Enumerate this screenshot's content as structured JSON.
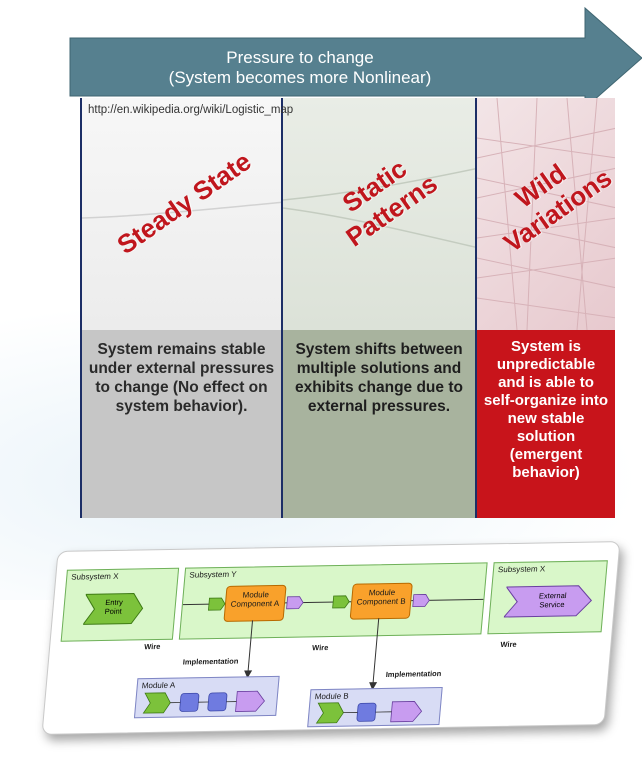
{
  "arrow": {
    "line1": "Pressure to change",
    "line2": "(System becomes more Nonlinear)"
  },
  "url": "http://en.wikipedia.org/wiki/Logistic_map",
  "columns": [
    {
      "label": "Steady State",
      "description": "System remains stable under external pressures to change (No effect on system behavior)."
    },
    {
      "label_line1": "Static",
      "label_line2": "Patterns",
      "description": "System shifts between multiple solutions and exhibits change due to external pressures."
    },
    {
      "label_line1": "Wild",
      "label_line2": "Variations",
      "description": "System is unpredictable and is able to self-organize into new stable solution (emergent behavior)"
    }
  ],
  "diagram": {
    "subsystem_x_left": "Subsystem X",
    "subsystem_y": "Subsystem Y",
    "subsystem_x_right": "Subsystem X",
    "entry_point": "Entry Point",
    "module_component_a": "Module Component A",
    "module_component_b": "Module Component B",
    "external_service": "External Service",
    "wire_1": "Wire",
    "wire_2": "Wire",
    "wire_3": "Wire",
    "implementation_1": "Implementation",
    "implementation_2": "Implementation",
    "module_a": "Module A",
    "module_b": "Module B"
  },
  "colors": {
    "arrow": "#56808f",
    "column_border": "#1c2e66",
    "label_red": "#c0161d",
    "col1_lower": "#c6c6c6",
    "col2_lower": "#a8b39e",
    "col3_lower": "#c8141b",
    "subsystem_green": "#d9f7c9",
    "component_orange": "#f9a12b",
    "module_purple": "#d8dcf5"
  }
}
